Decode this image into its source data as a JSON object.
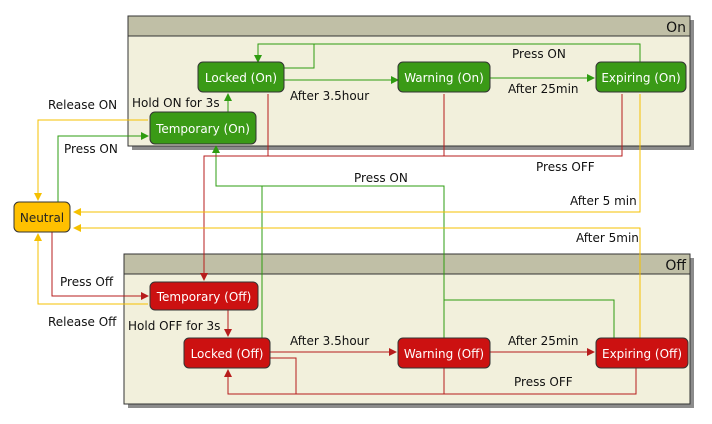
{
  "colors": {
    "on_state": "#3a9a16",
    "off_state": "#cc1111",
    "neutral_state": "#ffc000",
    "group_body": "#f2f0dc",
    "group_header": "#c0bfa6",
    "edge_green": "#2e9c10",
    "edge_red": "#b71c1c",
    "edge_yellow": "#f5c000"
  },
  "groups": {
    "on": {
      "title": "On"
    },
    "off": {
      "title": "Off"
    }
  },
  "states": {
    "neutral": "Neutral",
    "locked_on": "Locked (On)",
    "warning_on": "Warning (On)",
    "expiring_on": "Expiring (On)",
    "temporary_on": "Temporary (On)",
    "temporary_off": "Temporary (Off)",
    "locked_off": "Locked (Off)",
    "warning_off": "Warning (Off)",
    "expiring_off": "Expiring (Off)"
  },
  "edges": {
    "press_on_top": "Press ON",
    "after_35hour_on": "After 3.5hour",
    "after_25min_on": "After 25min",
    "hold_on_3s": "Hold ON for 3s",
    "release_on": "Release ON",
    "press_on_left": "Press ON",
    "press_off_on_group": "Press OFF",
    "press_on_middle": "Press ON",
    "after_5_min": "After 5 min",
    "after_5min": "After 5min",
    "press_off_left": "Press Off",
    "release_off": "Release Off",
    "hold_off_3s": "Hold OFF for 3s",
    "after_35hour_off": "After 3.5hour",
    "after_25min_off": "After 25min",
    "press_off_bottom": "Press OFF"
  }
}
